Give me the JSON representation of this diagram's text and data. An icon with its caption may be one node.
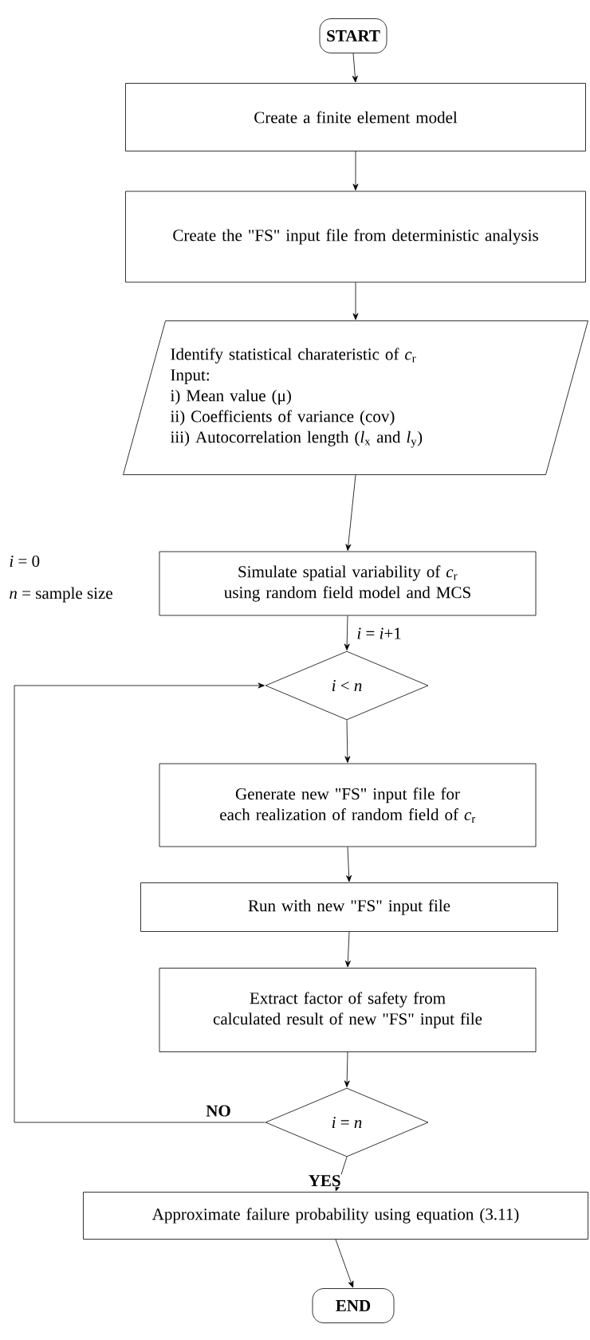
{
  "diagram": {
    "nodes": [
      {
        "text": [
          "START"
        ]
      },
      {
        "text": [
          "Create a finite element model"
        ]
      },
      {
        "text": [
          "Create the \"FS\" input file from deterministic analysis"
        ]
      },
      {
        "text": [
          "Identify statistical charateristic of *c*$_{r}$",
          "Input:",
          "i) Mean value (μ)",
          "ii) Coefficients of variance (cov)",
          "iii) Autocorrelation length (*l*$_{x}$ and *l*$_{y}$)"
        ]
      },
      {
        "text": [
          "Simulate spatial variability of *c*$_{r}$ using random field model and MCS"
        ],
        "beside": [
          "*i* = 0",
          "*n* = sample size"
        ]
      },
      {
        "text": [
          "*i* < *n*"
        ]
      },
      {
        "text": [
          "Generate new \"FS\" input file for each realization of random field of *c*$_{r}$"
        ]
      },
      {
        "text": [
          "Run with new \"FS\" input file"
        ]
      },
      {
        "text": [
          "Extract factor of safety from calculated result of new \"FS\" input file"
        ]
      },
      {
        "text": [
          "*i* = *n*"
        ]
      },
      {
        "text": [
          "Approximate failure probability using equation (3.11)"
        ]
      },
      {
        "text": [
          "END"
        ]
      }
    ],
    "edges": [
      {
        "from": 0,
        "to": 1,
        "arrow": "to"
      },
      {
        "from": 1,
        "to": 2,
        "arrow": "to"
      },
      {
        "from": 2,
        "to": 3,
        "arrow": "to"
      },
      {
        "from": 3,
        "to": 4,
        "arrow": "to"
      },
      {
        "from": 4,
        "to": 5,
        "arrow": "to",
        "label": "*i* = *i*+1"
      },
      {
        "from": 5,
        "to": 6,
        "arrow": "to"
      },
      {
        "from": 6,
        "to": 7,
        "arrow": "to"
      },
      {
        "from": 7,
        "to": 8,
        "arrow": "to"
      },
      {
        "from": 8,
        "to": 9,
        "arrow": "to"
      },
      {
        "from": 9,
        "to": 5,
        "arrow": "to",
        "label": "NO"
      },
      {
        "from": 9,
        "to": 10,
        "arrow": "to",
        "label": "YES"
      },
      {
        "from": 10,
        "to": 11,
        "arrow": "to"
      }
    ]
  }
}
